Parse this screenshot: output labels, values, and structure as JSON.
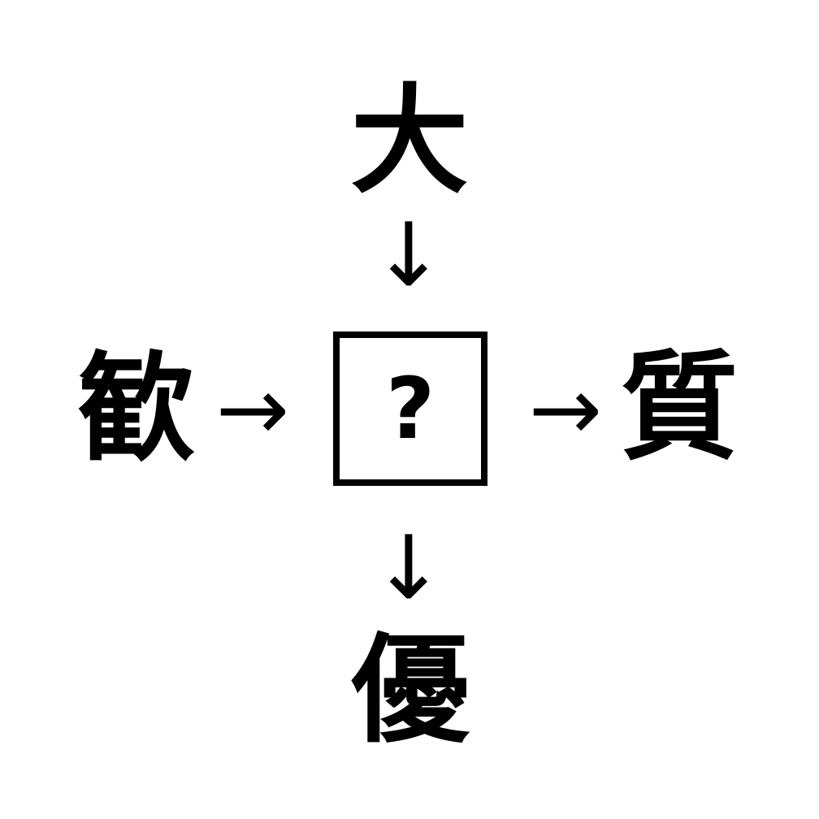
{
  "puzzle": {
    "center": {
      "placeholder": "?"
    },
    "around": {
      "top": {
        "char": "大"
      },
      "left": {
        "char": "歓"
      },
      "right": {
        "char": "質"
      },
      "bottom": {
        "char": "優"
      }
    },
    "icons": {
      "arrow_down": "↓",
      "arrow_right": "→"
    },
    "colors": {
      "ink": "#000000",
      "background": "#ffffff"
    }
  }
}
